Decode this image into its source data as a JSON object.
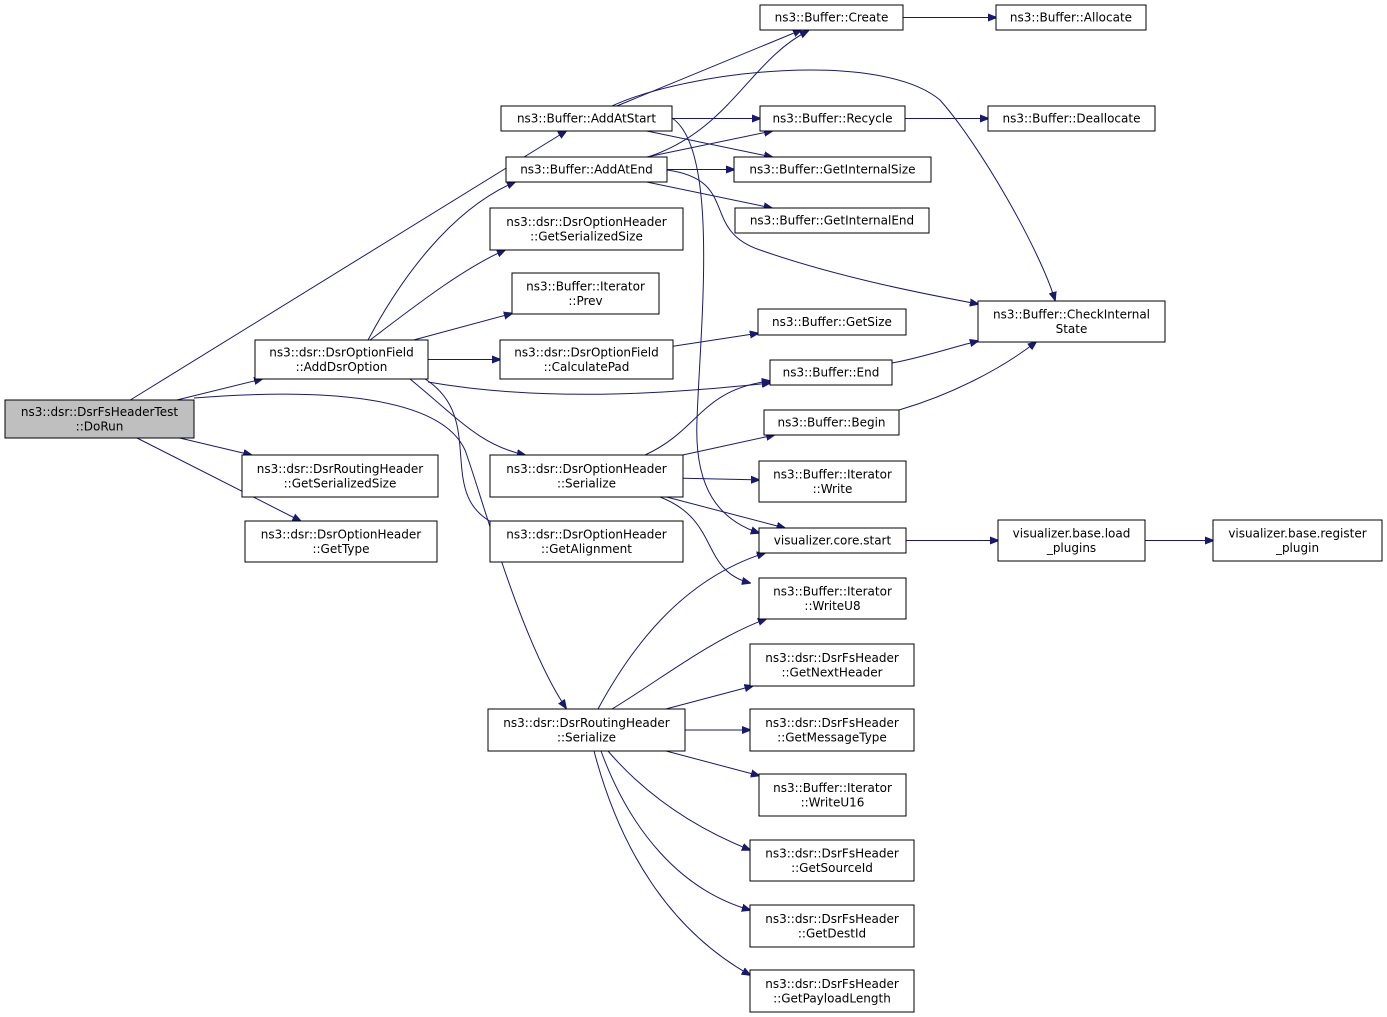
{
  "graph": {
    "edge_color": "#191970",
    "root_fill": "#bfbfbf",
    "nodes": [
      {
        "id": "dorun",
        "lines": [
          "ns3::dsr::DsrFsHeaderTest",
          "::DoRun"
        ],
        "root": true
      },
      {
        "id": "adddsr",
        "lines": [
          "ns3::dsr::DsrOptionField",
          "::AddDsrOption"
        ]
      },
      {
        "id": "rh_getser",
        "lines": [
          "ns3::dsr::DsrRoutingHeader",
          "::GetSerializedSize"
        ]
      },
      {
        "id": "oh_gettype",
        "lines": [
          "ns3::dsr::DsrOptionHeader",
          "::GetType"
        ]
      },
      {
        "id": "addatstart",
        "lines": [
          "ns3::Buffer::AddAtStart"
        ]
      },
      {
        "id": "addatend",
        "lines": [
          "ns3::Buffer::AddAtEnd"
        ]
      },
      {
        "id": "oh_getser",
        "lines": [
          "ns3::dsr::DsrOptionHeader",
          "::GetSerializedSize"
        ]
      },
      {
        "id": "it_prev",
        "lines": [
          "ns3::Buffer::Iterator",
          "::Prev"
        ]
      },
      {
        "id": "calcpad",
        "lines": [
          "ns3::dsr::DsrOptionField",
          "::CalculatePad"
        ]
      },
      {
        "id": "oh_serialize",
        "lines": [
          "ns3::dsr::DsrOptionHeader",
          "::Serialize"
        ]
      },
      {
        "id": "oh_getalign",
        "lines": [
          "ns3::dsr::DsrOptionHeader",
          "::GetAlignment"
        ]
      },
      {
        "id": "rh_serialize",
        "lines": [
          "ns3::dsr::DsrRoutingHeader",
          "::Serialize"
        ]
      },
      {
        "id": "create",
        "lines": [
          "ns3::Buffer::Create"
        ]
      },
      {
        "id": "allocate",
        "lines": [
          "ns3::Buffer::Allocate"
        ]
      },
      {
        "id": "recycle",
        "lines": [
          "ns3::Buffer::Recycle"
        ]
      },
      {
        "id": "deallocate",
        "lines": [
          "ns3::Buffer::Deallocate"
        ]
      },
      {
        "id": "getintsize",
        "lines": [
          "ns3::Buffer::GetInternalSize"
        ]
      },
      {
        "id": "getintend",
        "lines": [
          "ns3::Buffer::GetInternalEnd"
        ]
      },
      {
        "id": "checkint",
        "lines": [
          "ns3::Buffer::CheckInternal",
          "State"
        ]
      },
      {
        "id": "getsize",
        "lines": [
          "ns3::Buffer::GetSize"
        ]
      },
      {
        "id": "end",
        "lines": [
          "ns3::Buffer::End"
        ]
      },
      {
        "id": "begin",
        "lines": [
          "ns3::Buffer::Begin"
        ]
      },
      {
        "id": "it_write",
        "lines": [
          "ns3::Buffer::Iterator",
          "::Write"
        ]
      },
      {
        "id": "vis_start",
        "lines": [
          "visualizer.core.start"
        ]
      },
      {
        "id": "vis_load",
        "lines": [
          "visualizer.base.load",
          "_plugins"
        ]
      },
      {
        "id": "vis_register",
        "lines": [
          "visualizer.base.register",
          "_plugin"
        ]
      },
      {
        "id": "it_writeu8",
        "lines": [
          "ns3::Buffer::Iterator",
          "::WriteU8"
        ]
      },
      {
        "id": "fs_nexthdr",
        "lines": [
          "ns3::dsr::DsrFsHeader",
          "::GetNextHeader"
        ]
      },
      {
        "id": "fs_msgtype",
        "lines": [
          "ns3::dsr::DsrFsHeader",
          "::GetMessageType"
        ]
      },
      {
        "id": "it_writeu16",
        "lines": [
          "ns3::Buffer::Iterator",
          "::WriteU16"
        ]
      },
      {
        "id": "fs_srcid",
        "lines": [
          "ns3::dsr::DsrFsHeader",
          "::GetSourceId"
        ]
      },
      {
        "id": "fs_destid",
        "lines": [
          "ns3::dsr::DsrFsHeader",
          "::GetDestId"
        ]
      },
      {
        "id": "fs_paylen",
        "lines": [
          "ns3::dsr::DsrFsHeader",
          "::GetPayloadLength"
        ]
      }
    ],
    "edges": [
      [
        "dorun",
        "addatstart"
      ],
      [
        "dorun",
        "adddsr"
      ],
      [
        "dorun",
        "rh_serialize"
      ],
      [
        "dorun",
        "rh_getser"
      ],
      [
        "dorun",
        "oh_gettype"
      ],
      [
        "adddsr",
        "addatend"
      ],
      [
        "adddsr",
        "oh_getser"
      ],
      [
        "adddsr",
        "it_prev"
      ],
      [
        "adddsr",
        "calcpad"
      ],
      [
        "adddsr",
        "end"
      ],
      [
        "adddsr",
        "oh_serialize"
      ],
      [
        "adddsr",
        "oh_getalign"
      ],
      [
        "addatstart",
        "create"
      ],
      [
        "addatstart",
        "recycle"
      ],
      [
        "addatstart",
        "getintsize"
      ],
      [
        "addatstart",
        "checkint"
      ],
      [
        "addatstart",
        "vis_start"
      ],
      [
        "addatend",
        "create"
      ],
      [
        "addatend",
        "recycle"
      ],
      [
        "addatend",
        "getintsize"
      ],
      [
        "addatend",
        "getintend"
      ],
      [
        "addatend",
        "checkint"
      ],
      [
        "create",
        "allocate"
      ],
      [
        "recycle",
        "deallocate"
      ],
      [
        "calcpad",
        "getsize"
      ],
      [
        "oh_serialize",
        "end"
      ],
      [
        "oh_serialize",
        "begin"
      ],
      [
        "oh_serialize",
        "it_write"
      ],
      [
        "oh_serialize",
        "vis_start"
      ],
      [
        "oh_serialize",
        "it_writeu8"
      ],
      [
        "end",
        "checkint"
      ],
      [
        "begin",
        "checkint"
      ],
      [
        "vis_start",
        "vis_load"
      ],
      [
        "vis_load",
        "vis_register"
      ],
      [
        "rh_serialize",
        "vis_start"
      ],
      [
        "rh_serialize",
        "it_writeu8"
      ],
      [
        "rh_serialize",
        "fs_nexthdr"
      ],
      [
        "rh_serialize",
        "fs_msgtype"
      ],
      [
        "rh_serialize",
        "it_writeu16"
      ],
      [
        "rh_serialize",
        "fs_srcid"
      ],
      [
        "rh_serialize",
        "fs_destid"
      ],
      [
        "rh_serialize",
        "fs_paylen"
      ]
    ]
  }
}
